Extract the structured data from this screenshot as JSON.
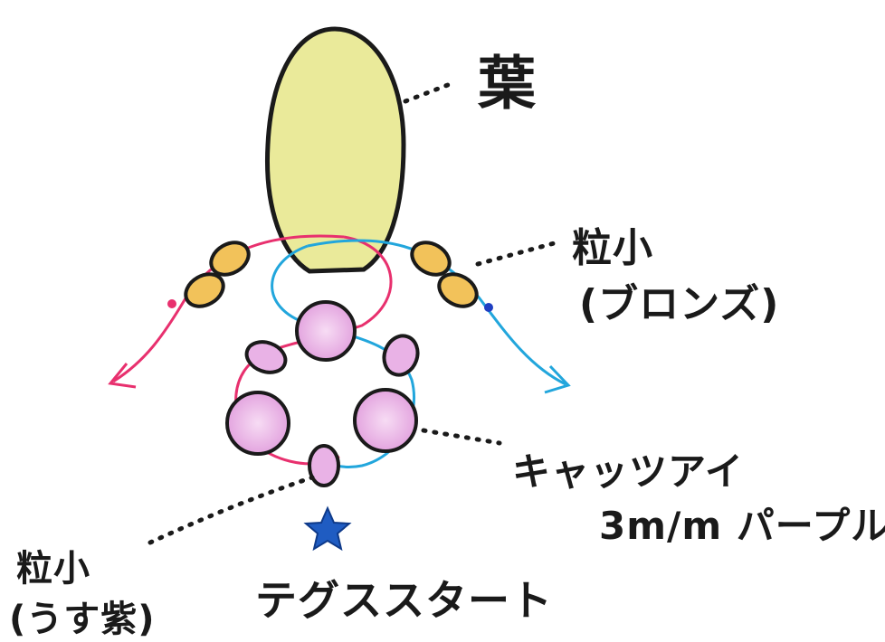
{
  "labels": {
    "leaf": "葉",
    "bronze_line1": "粒小",
    "bronze_line2": "(ブロンズ)",
    "crystal_line1": "キャッツアイ",
    "crystal_line2": "3m/m パープル",
    "lightpurple_line1": "粒小",
    "lightpurple_line2": "(うす紫)",
    "start": "テグススタート"
  },
  "colors": {
    "leaf_fill": "#eaea9a",
    "bronze_fill": "#f2c25a",
    "purple_fill": "#e9b2e6",
    "pink_thread": "#e8306e",
    "blue_thread": "#22a6dc",
    "star": "#1f5cc2",
    "outline": "#1a1a1a"
  }
}
